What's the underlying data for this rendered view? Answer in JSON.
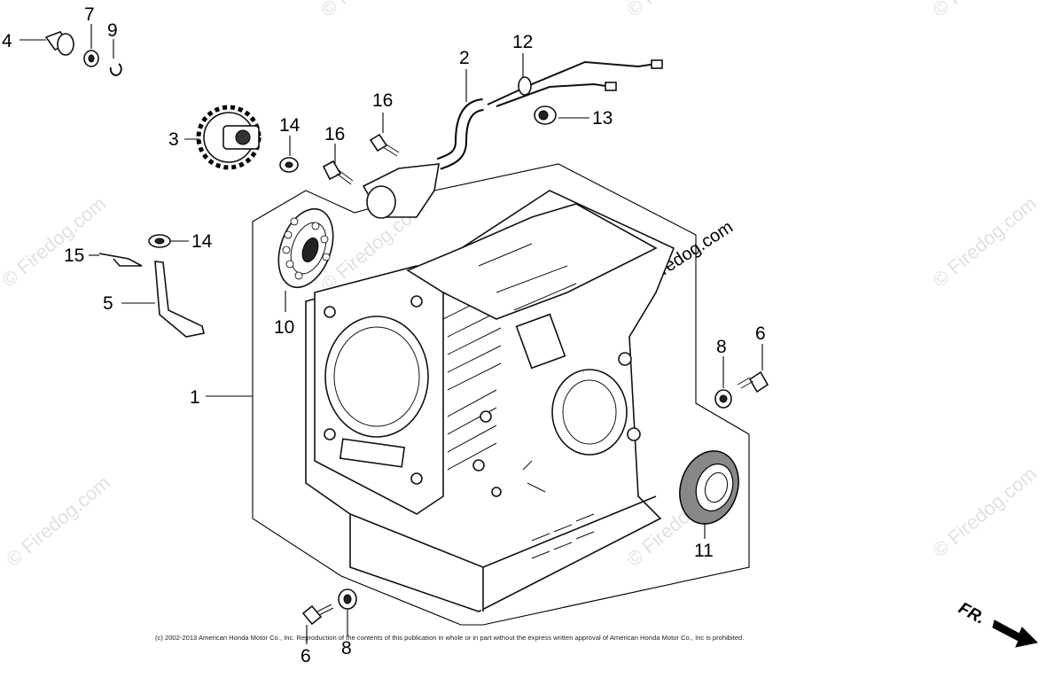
{
  "callouts": {
    "c1": "1",
    "c2": "2",
    "c3": "3",
    "c4": "4",
    "c5": "5",
    "c6a": "6",
    "c6b": "6",
    "c7": "7",
    "c8a": "8",
    "c8b": "8",
    "c9": "9",
    "c10": "10",
    "c11": "11",
    "c12": "12",
    "c13": "13",
    "c14a": "14",
    "c14b": "14",
    "c15": "15",
    "c16a": "16",
    "c16b": "16"
  },
  "watermark": "© Firedog.com",
  "watermark_main": "Firedog.com",
  "copyright": "(c) 2002-2013 American Honda Motor Co., Inc. Reproduction of the contents of this publication in whole or in part without the express written approval of American Honda Motor Co., Inc is prohibited.",
  "front_marker": "FR."
}
